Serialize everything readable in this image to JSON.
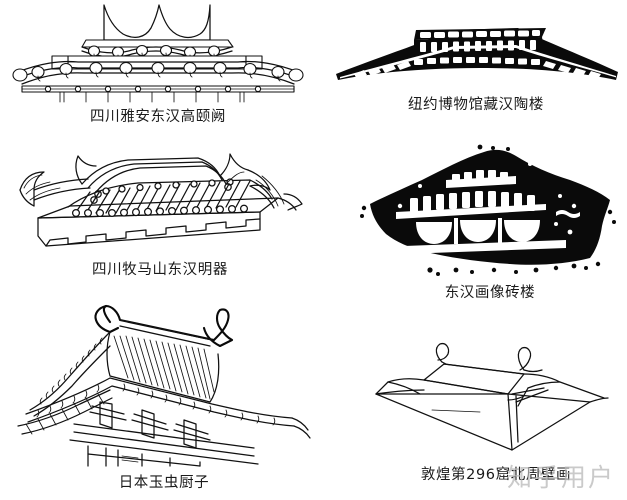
{
  "sheet": {
    "background_color": "#ffffff",
    "ink_color": "#111111",
    "watermark": "知乎用户",
    "watermark_color": "#b9b9b9"
  },
  "figures": [
    {
      "id": "gaoyi-que",
      "caption": "四川雅安东汉高颐阙",
      "subject": "han-dynasty-que-gate-roof-elevation",
      "row": 1,
      "column": 1
    },
    {
      "id": "ny-pottery",
      "caption": "纽约博物馆藏汉陶楼",
      "subject": "han-pottery-tower-roof-rubbing",
      "row": 1,
      "column": 2
    },
    {
      "id": "mumashan",
      "caption": "四川牧马山东汉明器",
      "subject": "han-burial-model-tiled-roof",
      "row": 2,
      "column": 1
    },
    {
      "id": "brick-relief",
      "caption": "东汉画像砖楼",
      "subject": "han-pictorial-brick-tower",
      "row": 2,
      "column": 2
    },
    {
      "id": "tamamushi",
      "caption": "日本玉虫厨子",
      "subject": "tamamushi-shrine-roof-japan",
      "row": 3,
      "column": 1
    },
    {
      "id": "dunhuang",
      "caption": "敦煌第296窟北周壁画",
      "subject": "dunhuang-cave-296-northern-zhou-mural-roof",
      "row": 3,
      "column": 2
    }
  ]
}
